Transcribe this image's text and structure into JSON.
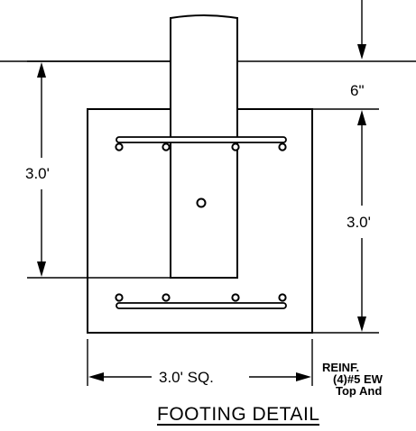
{
  "drawing": {
    "title": "FOOTING DETAIL",
    "dim_cover": "6\"",
    "dim_embed_depth": "3.0'",
    "dim_footing_depth": "3.0'",
    "dim_footing_width": "3.0' SQ.",
    "reinf_label": "REINF.",
    "reinf_line1": "(4)#5 EW",
    "reinf_line2": "Top And"
  }
}
